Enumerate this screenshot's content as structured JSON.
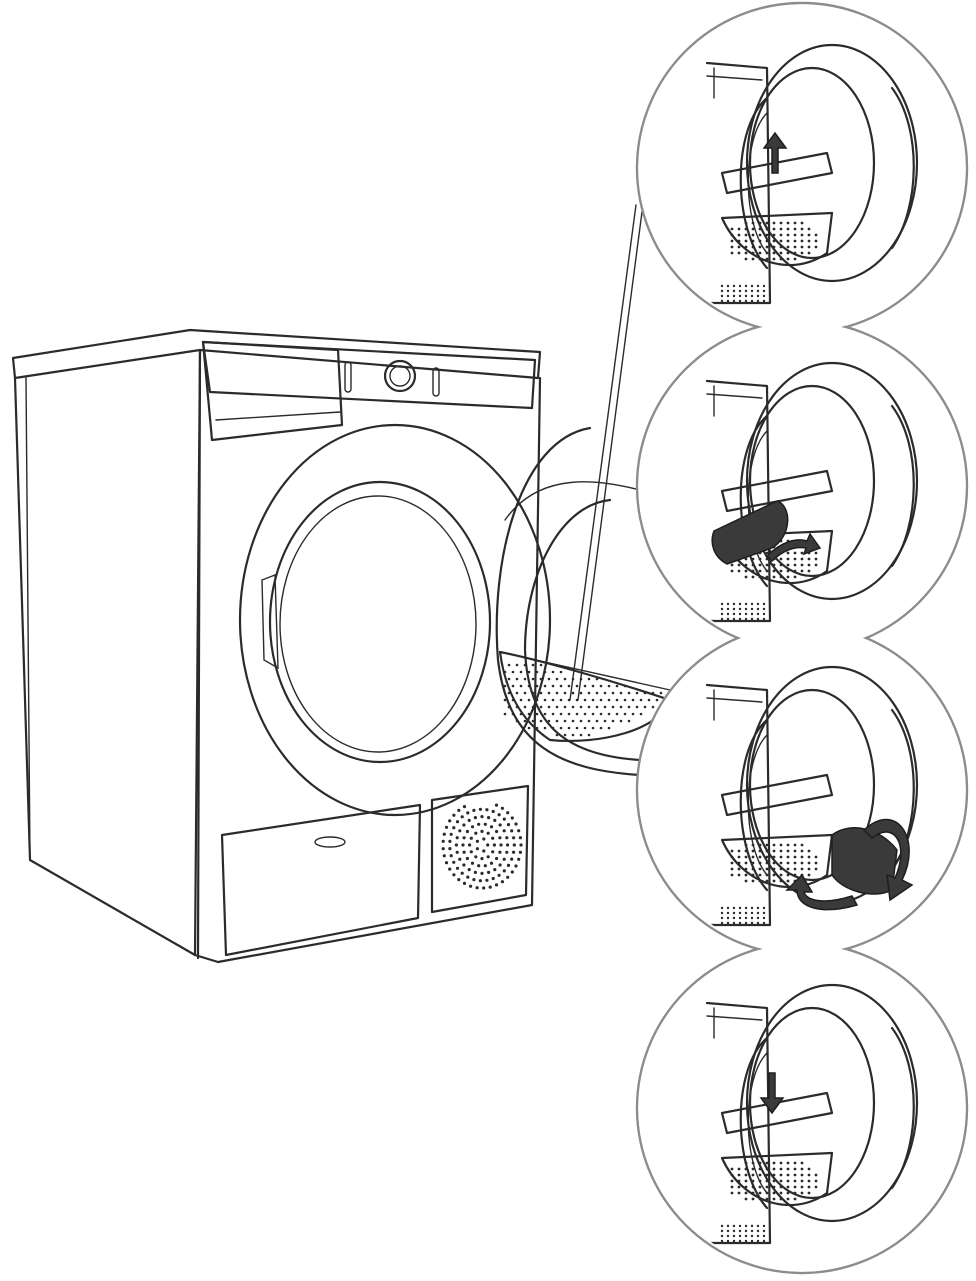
{
  "figure": {
    "steps": [
      {
        "id": 1,
        "action": "open-lid",
        "arrow": "up"
      },
      {
        "id": 2,
        "action": "remove-fine-filter",
        "arrow": "curved"
      },
      {
        "id": 3,
        "action": "rotate-and-clean",
        "arrow": "rotate"
      },
      {
        "id": 4,
        "action": "close-lid",
        "arrow": "down"
      }
    ],
    "colors": {
      "line": "#2b2b2b",
      "frame": "#8c8c8c",
      "filter": "#3a3a3a",
      "background": "#ffffff"
    }
  }
}
